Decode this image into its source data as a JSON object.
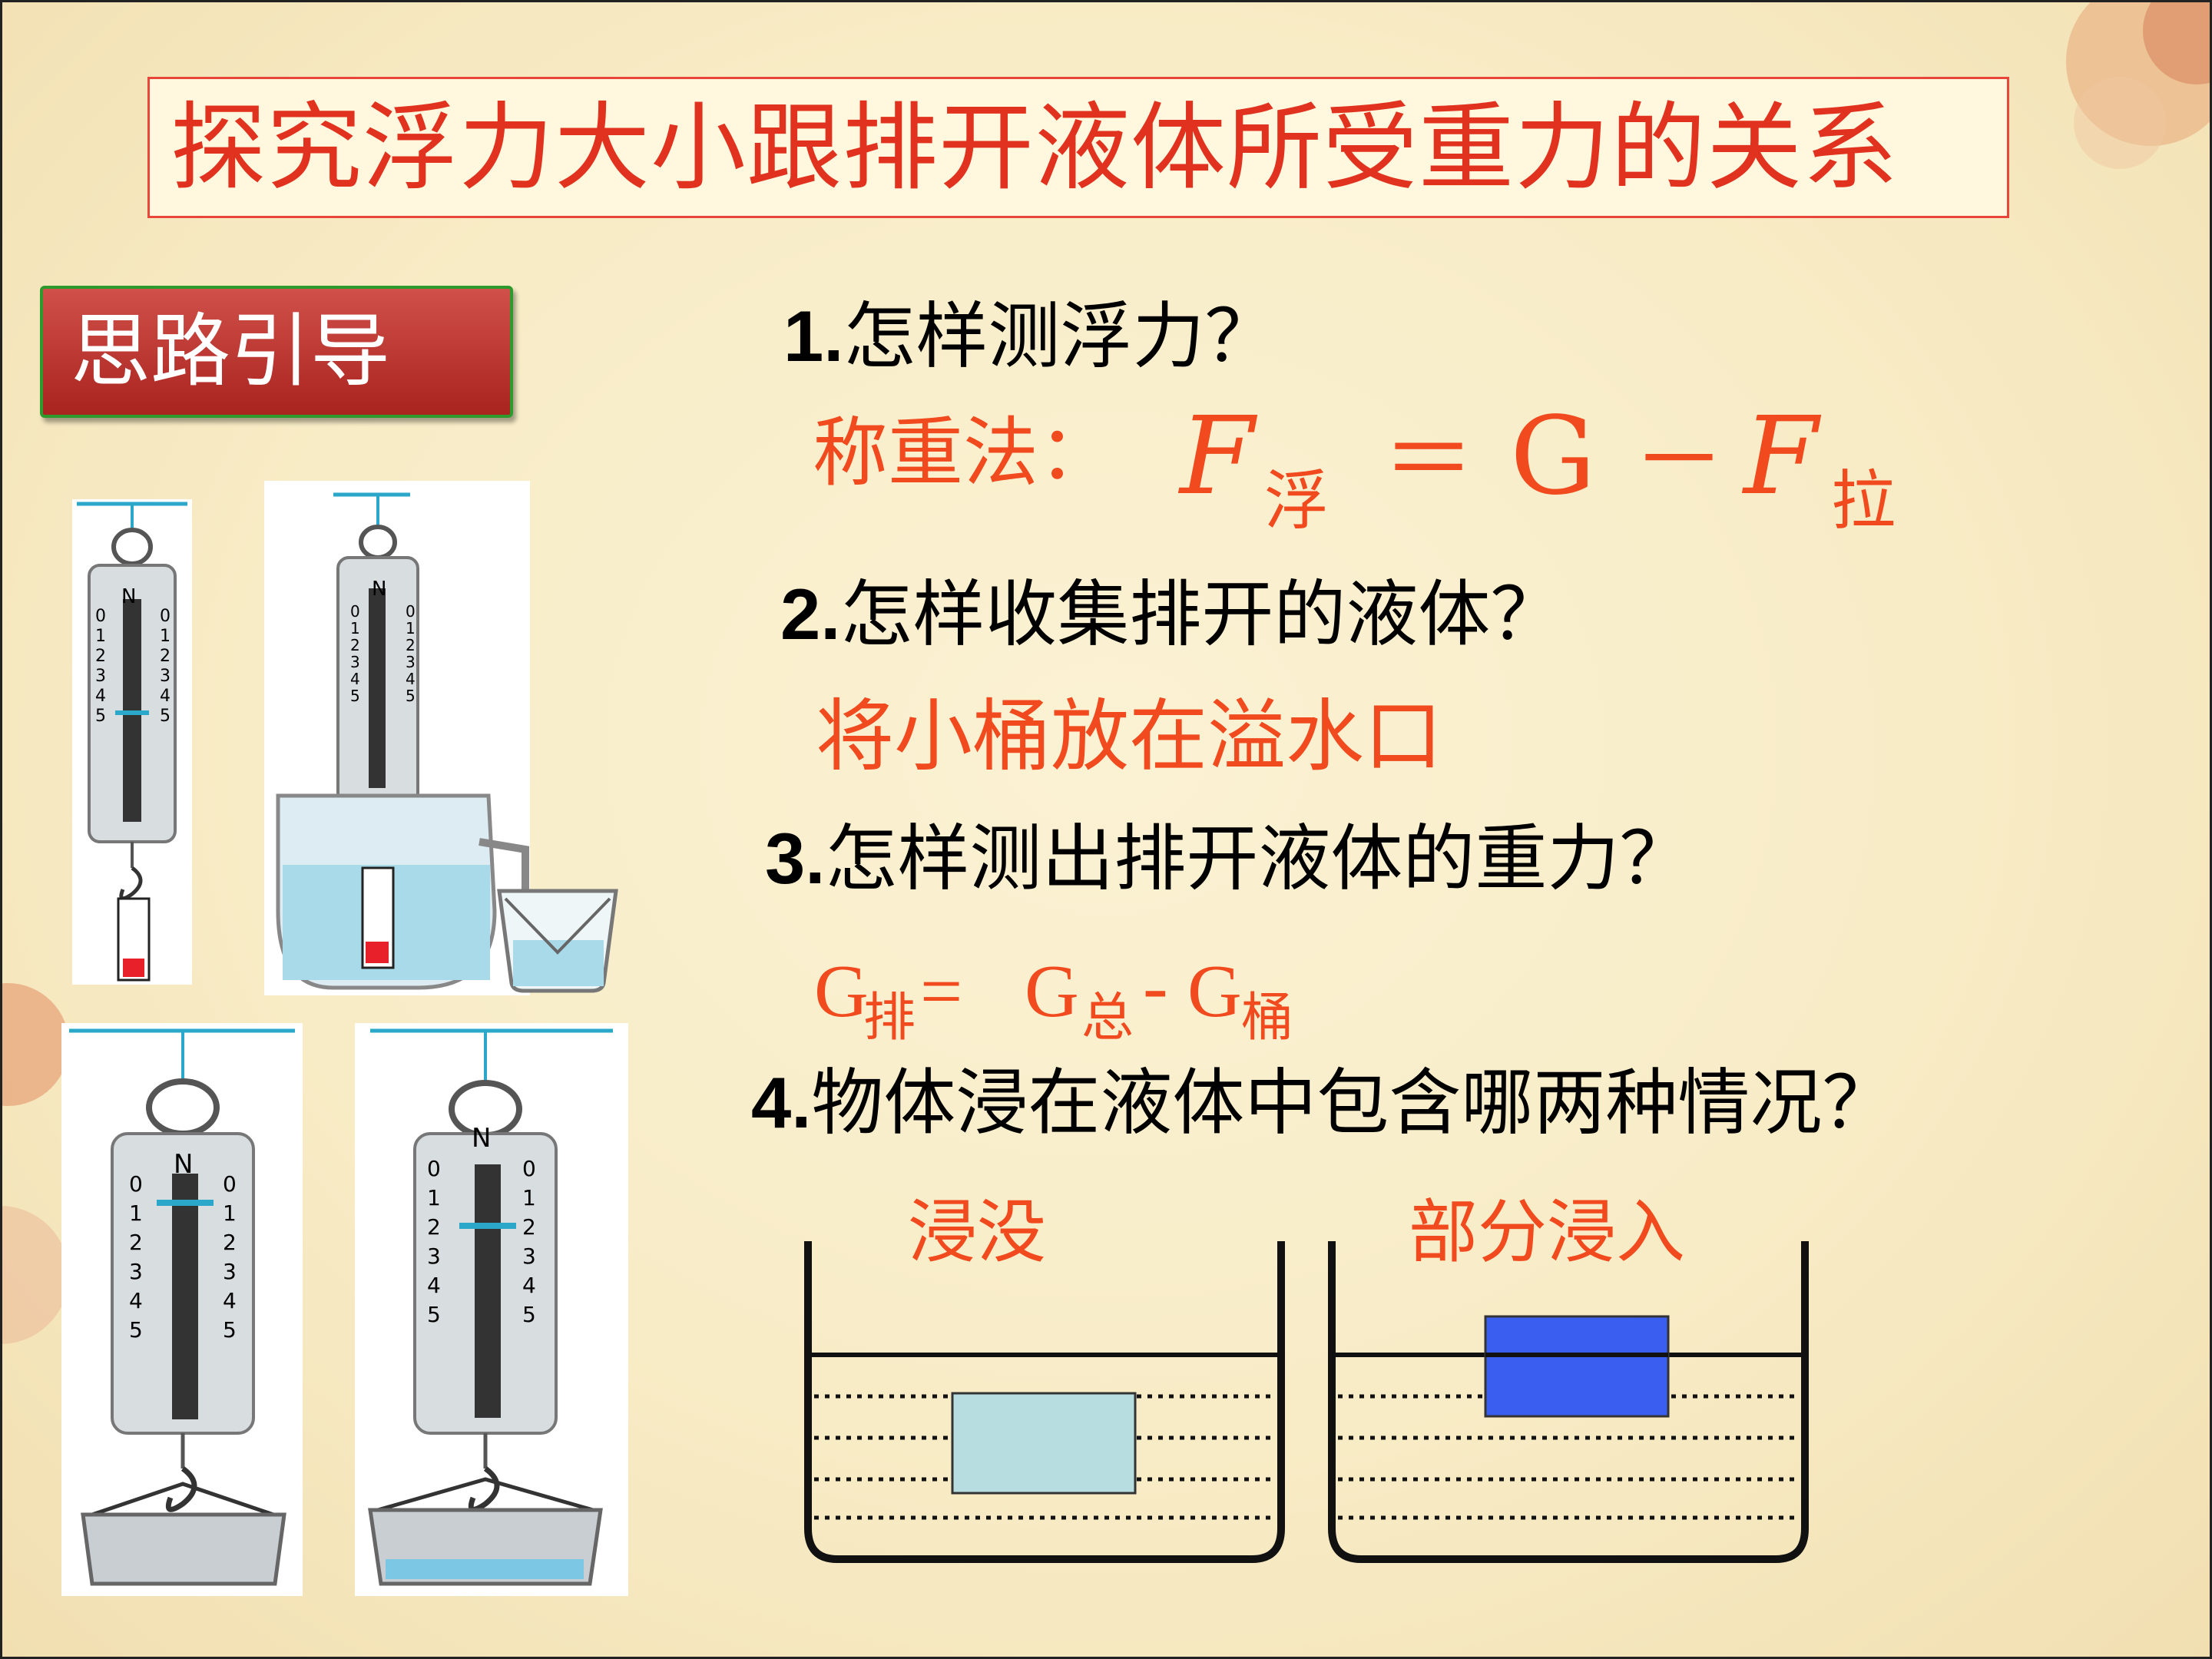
{
  "title": "探究浮力大小跟排开液体所受重力的关系",
  "guide_label": "思路引导",
  "questions": [
    {
      "num": "1.",
      "text": "怎样测浮力？"
    },
    {
      "num": "2.",
      "text": "怎样收集排开的液体？"
    },
    {
      "num": "3.",
      "text": "怎样测出排开液体的重力？"
    },
    {
      "num": "4.",
      "text": "物体浸在液体中包含哪两种情况？"
    }
  ],
  "answer1": {
    "prefix": "称重法：",
    "F": "F",
    "sub_fu": "浮",
    "eq": "＝",
    "G": "G",
    "minus": "－",
    "F2": "F",
    "sub_la": "拉"
  },
  "answer2": "将小桶放在溢水口",
  "answer3": {
    "G1": "G",
    "sub_pai": "排",
    "eq": "=",
    "G2": "G",
    "sub_zong": "总",
    "minus": "-",
    "G3": "G",
    "sub_tong": "桶"
  },
  "case_labels": {
    "left": "浸没",
    "right": "部分浸入"
  },
  "scale": {
    "unit": "N",
    "ticks": [
      "0",
      "1",
      "2",
      "3",
      "4",
      "5"
    ]
  },
  "colors": {
    "title": "#e0321e",
    "answer": "#f04a1e",
    "water": "#4fb8d8",
    "block_submerged": "#b7dde0",
    "block_floating": "#3a5ff0",
    "scale_blue": "#2aa7c9"
  },
  "icons": [
    "spring-scale-icon",
    "beaker-icon",
    "bucket-icon",
    "container-icon"
  ]
}
